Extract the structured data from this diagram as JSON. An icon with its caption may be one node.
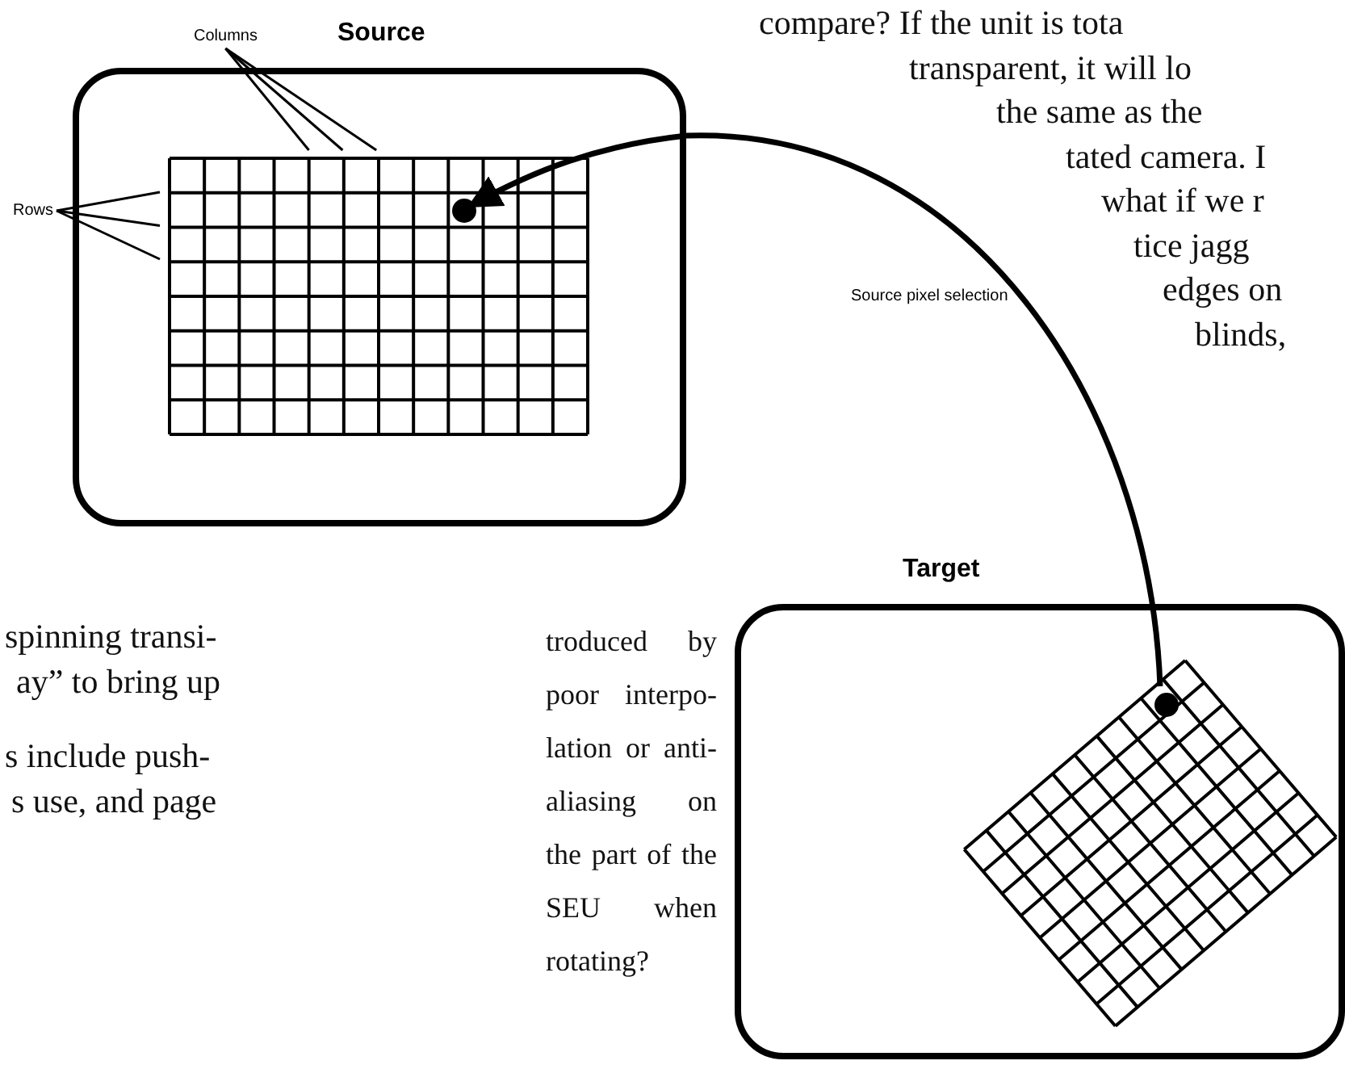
{
  "diagram": {
    "nodes": [
      {
        "text": [
          "Source"
        ]
      },
      {
        "text": [],
        "shape": "grid",
        "in": 0
      },
      {
        "text": [],
        "shape": "circle",
        "in": 1
      },
      {
        "text": [
          "Target"
        ]
      },
      {
        "text": [],
        "shape": "grid",
        "in": 3
      },
      {
        "text": [],
        "shape": "circle",
        "in": 4
      },
      {
        "text": [
          "Columns"
        ]
      },
      {
        "text": [
          "Rows"
        ]
      }
    ],
    "edges": [
      {
        "from": 5,
        "to": 2,
        "arrow": "to",
        "label": "Source pixel selection",
        "style": "thick"
      },
      {
        "from": 6,
        "to": 1,
        "arrow": "none"
      },
      {
        "from": 6,
        "to": 1,
        "arrow": "none"
      },
      {
        "from": 6,
        "to": 1,
        "arrow": "none"
      },
      {
        "from": 7,
        "to": 1,
        "arrow": "none"
      },
      {
        "from": 7,
        "to": 1,
        "arrow": "none"
      },
      {
        "from": 7,
        "to": 1,
        "arrow": "none"
      }
    ],
    "labels": [
      "compare? If the unit is tota transparent, it will lo the same as the tated camera. I what if we r tice jagg edges on blinds,",
      "spinning transi- ay” to bring up",
      "s include push- s use, and page",
      "troduced by poor interpo- lation or anti- aliasing on the part of the SEU when rotating?"
    ]
  }
}
